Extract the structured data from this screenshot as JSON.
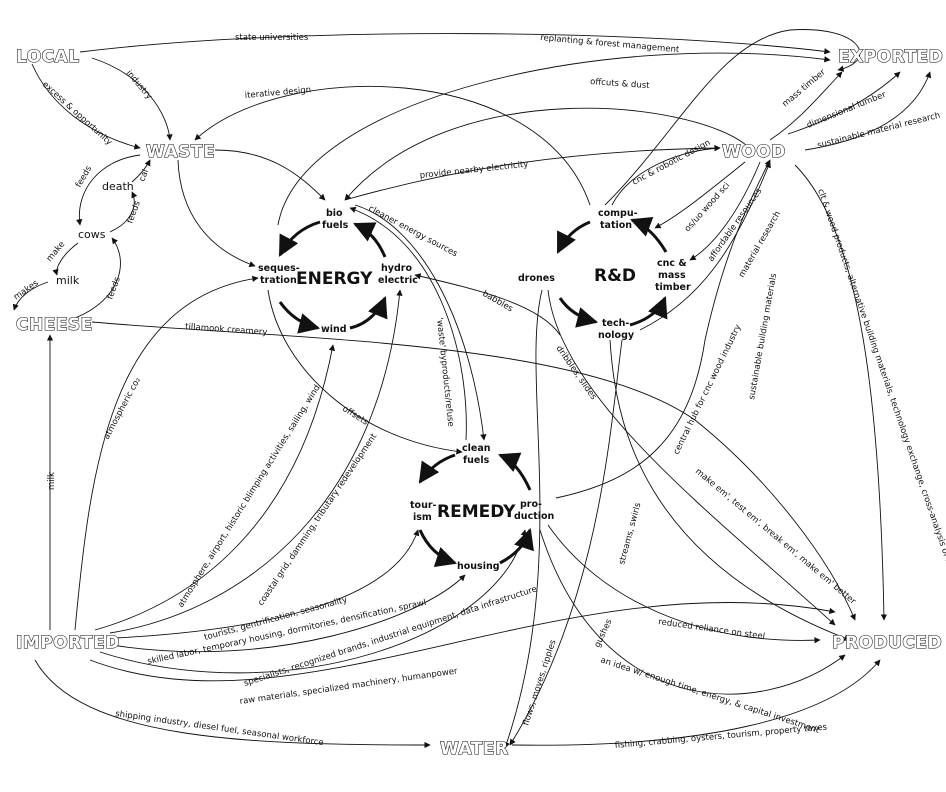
{
  "nodes": {
    "local": "LOCAL",
    "exported": "EXPORTED",
    "waste": "WASTE",
    "wood": "WOOD",
    "cheese": "CHEESE",
    "imported": "IMPORTED",
    "produced": "PRODUCED",
    "water": "WATER",
    "death": "death",
    "cows": "cows",
    "milk": "milk"
  },
  "hubs": {
    "energy": {
      "title": "ENERGY",
      "bio": [
        "bio",
        "fuels"
      ],
      "hydro": [
        "hydro",
        "electric"
      ],
      "seq": [
        "seques-",
        "tration"
      ],
      "wind": "wind"
    },
    "rd": {
      "title": "R&D",
      "comp": [
        "compu-",
        "tation"
      ],
      "drones": "drones",
      "cnc": [
        "cnc &",
        "mass",
        "timber"
      ],
      "tech": [
        "tech-",
        "nology"
      ]
    },
    "remedy": {
      "title": "REMEDY",
      "clean": [
        "clean",
        "fuels"
      ],
      "tourism": [
        "tour-",
        "ism"
      ],
      "production": [
        "pro-",
        "duction"
      ],
      "housing": "housing"
    }
  },
  "labels": {
    "state_universities": "state universities",
    "replanting": "replanting & forest management",
    "industry": "industry",
    "excess": "excess & opportunity",
    "iterative": "iterative design",
    "offcuts": "offcuts & dust",
    "mass_timber": "mass timber",
    "dimensional": "dimensional lumber",
    "sustainable_research": "sustainable material research",
    "feeds1": "feeds",
    "cal": "cal",
    "feeds2": "feeds",
    "make": "make",
    "makes": "makes",
    "feeds3": "feeds",
    "provide_electricity": "provide nearby electricity",
    "cnc_robotic": "cnc & robotic design",
    "cleaner_energy": "cleaner energy sources",
    "os_uo": "os/uo wood sci",
    "affordable": "affordable resources",
    "material_research": "material research",
    "babbles": "babbles",
    "clt": "clt & wood products, alternative building materials, technology exchange, cross-analysis of ideas",
    "tillamook": "tillamook creamery",
    "waste_byproducts": "'waste' byproducts/refuse",
    "dribbles": "dribbles, slides",
    "atmospheric": "atmospheric co₂",
    "offsets": "offsets",
    "central_hub": "central hub for cnc wood industry",
    "sustainable_building": "sustainable building materials",
    "milk_edge": "milk",
    "atmosphere": "atmosphere, airport, historic blimping activities, sailing, wind",
    "coastal": "coastal grid, damming, tributary redevelopment",
    "make_em": "make em', test em', break em', make em' better",
    "tourists": "tourists, gentrification, seasonality",
    "skilled": "skilled labor, temporary housing, dormitories, densification, sprawl",
    "specialists": "specialists, recognized brands, industrial equipment, data infrastructure",
    "raw": "raw materials, specialized machinery, humanpower",
    "streams": "streams, swirls",
    "gushes": "gushes",
    "reduced_steel": "reduced reliance on steel",
    "idea": "an idea w/ enough time, energy, & capital investment",
    "flows": "flows, moves, ripples",
    "shipping": "shipping industry, diesel fuel, seasonal workforce",
    "fishing": "fishing, crabbing, oysters, tourism, property taxes"
  }
}
